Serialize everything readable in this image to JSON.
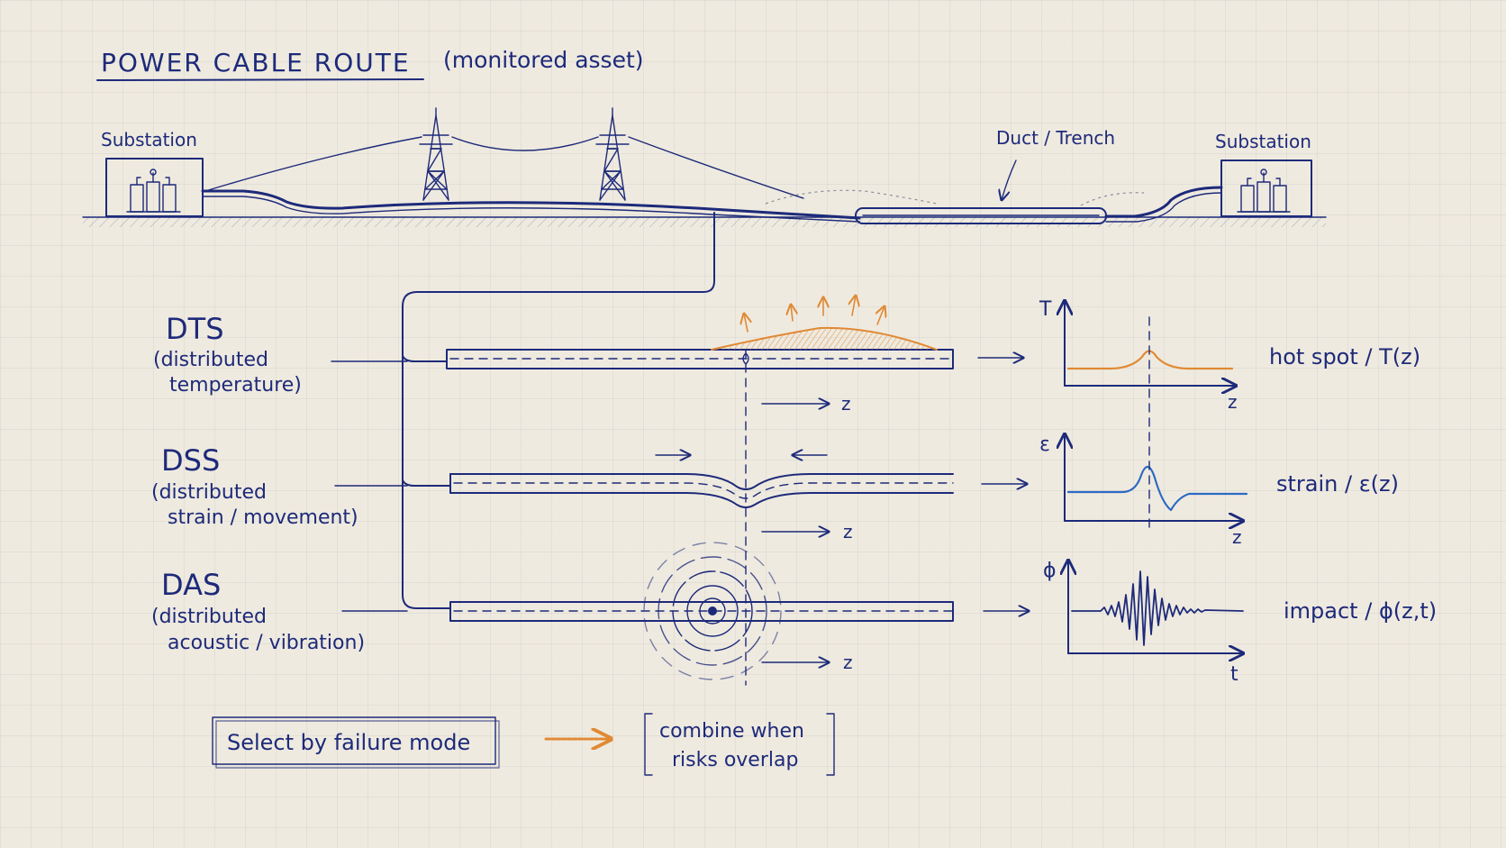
{
  "title": "POWER CABLE ROUTE",
  "subtitle": "(monitored asset)",
  "route": {
    "substation_left": "Substation",
    "substation_right": "Substation",
    "duct_label": "Duct / Trench"
  },
  "sensors": [
    {
      "abbr": "DTS",
      "desc1": "(distributed",
      "desc2": "temperature)",
      "axis_arrow": "z",
      "chart_y": "T",
      "chart_x": "z",
      "result": "hot spot / T(z)"
    },
    {
      "abbr": "DSS",
      "desc1": "(distributed",
      "desc2": "strain / movement)",
      "axis_arrow": "z",
      "chart_y": "ε",
      "chart_x": "z",
      "result": "strain / ε(z)"
    },
    {
      "abbr": "DAS",
      "desc1": "(distributed",
      "desc2": "acoustic / vibration)",
      "axis_arrow": "z",
      "chart_y": "ϕ",
      "chart_x": "t",
      "result": "impact / ϕ(z,t)"
    }
  ],
  "footer": {
    "select_label": "Select by failure mode",
    "combine_line1": "combine when",
    "combine_line2": "risks overlap"
  },
  "colors": {
    "ink": "#1d2a7a",
    "accent_orange": "#e08a35",
    "accent_blue": "#2d6ac4",
    "paper": "#efeadf"
  }
}
